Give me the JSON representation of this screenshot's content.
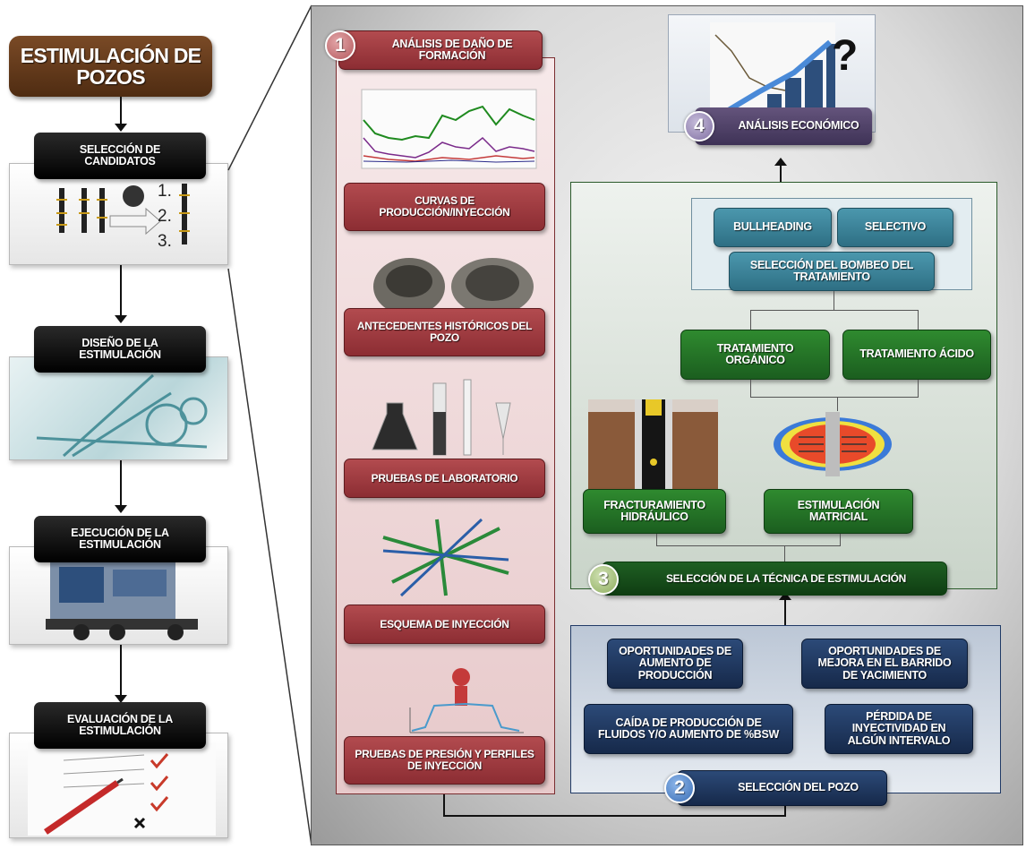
{
  "left_flow": {
    "title": "ESTIMULACIÓN DE POZOS",
    "steps": [
      "SELECCIÓN DE CANDIDATOS",
      "DISEÑO DE LA ESTIMULACIÓN",
      "EJECUCIÓN DE LA ESTIMULACIÓN",
      "EVALUACIÓN DE LA ESTIMULACIÓN"
    ],
    "ranking": [
      "1.",
      "2.",
      "3."
    ]
  },
  "section1": {
    "number": "1",
    "title": "ANÁLISIS DE DAÑO DE FORMACIÓN",
    "items": [
      "CURVAS DE PRODUCCIÓN/INYECCIÓN",
      "ANTECEDENTES HISTÓRICOS DEL POZO",
      "PRUEBAS DE LABORATORIO",
      "ESQUEMA DE INYECCIÓN",
      "PRUEBAS DE PRESIÓN Y PERFILES DE INYECCIÓN"
    ]
  },
  "section2": {
    "number": "2",
    "title": "SELECCIÓN DEL POZO",
    "criteria": [
      "OPORTUNIDADES DE AUMENTO DE PRODUCCIÓN",
      "OPORTUNIDADES DE MEJORA EN EL BARRIDO DE YACIMIENTO",
      "CAÍDA DE PRODUCCIÓN DE FLUIDOS Y/O AUMENTO DE %BSW",
      "PÉRDIDA DE INYECTIVIDAD EN ALGÚN INTERVALO"
    ]
  },
  "section3": {
    "number": "3",
    "title": "SELECCIÓN  DE LA TÉCNICA DE ESTIMULACIÓN",
    "techniques": [
      "FRACTURAMIENTO HIDRÁULICO",
      "ESTIMULACIÓN MATRICIAL"
    ],
    "treatments": [
      "TRATAMIENTO ORGÁNICO",
      "TRATAMIENTO ÁCIDO"
    ],
    "pumping": "SELECCIÓN DEL BOMBEO DEL TRATAMIENTO",
    "pumping_options": [
      "BULLHEADING",
      "SELECTIVO"
    ]
  },
  "section4": {
    "number": "4",
    "title": "ANÁLISIS ECONÓMICO",
    "question_mark": "?"
  },
  "colors": {
    "title_brown": "#5a3417",
    "step_black": "#000000",
    "item_red": "#8c2d33",
    "tech_green": "#1b5e1f",
    "pump_teal": "#2e6f84",
    "well_navy": "#16294a",
    "econ_purple": "#3e3256",
    "badge1": "#c97b7f",
    "badge2": "#4a7fc4",
    "badge3": "#a6c27c",
    "badge4": "#8f7fae"
  }
}
